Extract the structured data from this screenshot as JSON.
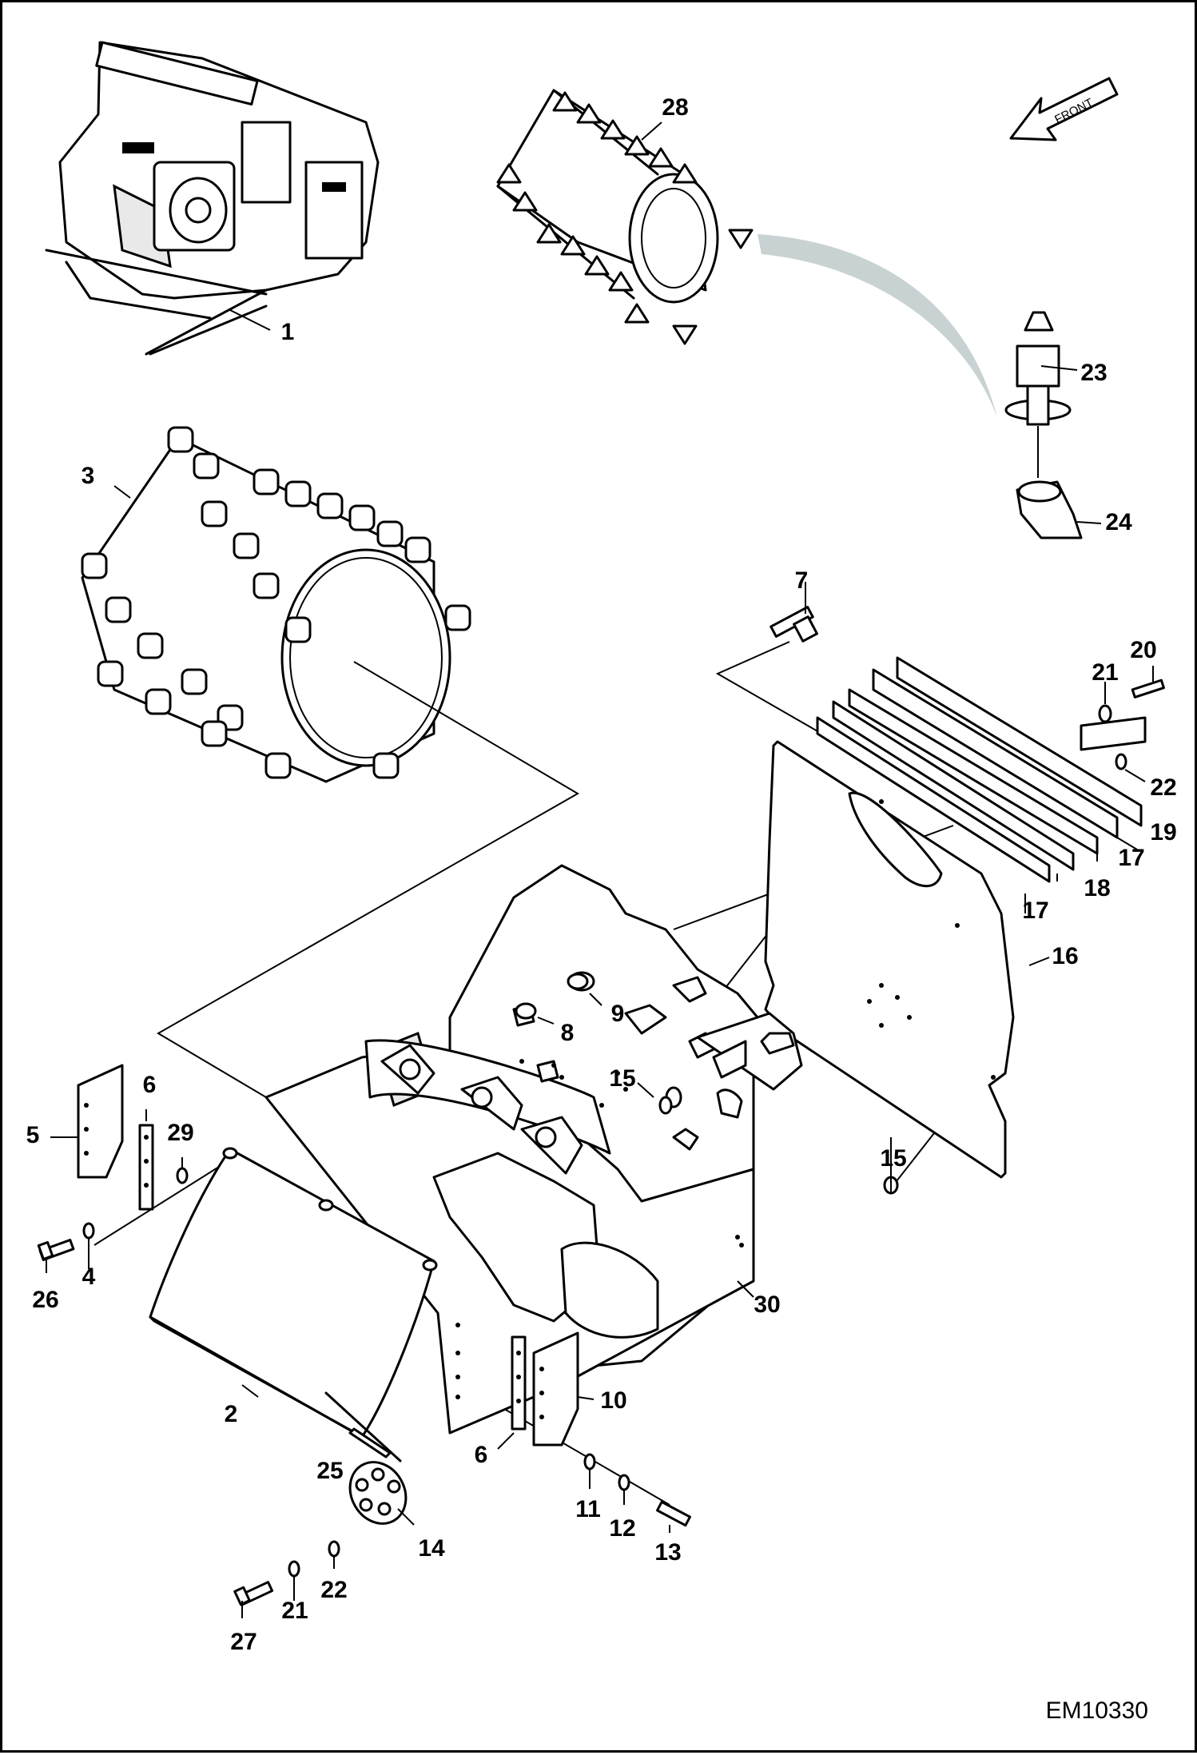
{
  "drawing_code": "EM10330",
  "direction_label": "FRONT",
  "callouts": [
    {
      "id": "c1",
      "text": "1"
    },
    {
      "id": "c2",
      "text": "2"
    },
    {
      "id": "c3",
      "text": "3"
    },
    {
      "id": "c4",
      "text": "4"
    },
    {
      "id": "c5",
      "text": "5"
    },
    {
      "id": "c6a",
      "text": "6"
    },
    {
      "id": "c6b",
      "text": "6"
    },
    {
      "id": "c7",
      "text": "7"
    },
    {
      "id": "c8",
      "text": "8"
    },
    {
      "id": "c9",
      "text": "9"
    },
    {
      "id": "c10",
      "text": "10"
    },
    {
      "id": "c11",
      "text": "11"
    },
    {
      "id": "c12",
      "text": "12"
    },
    {
      "id": "c13",
      "text": "13"
    },
    {
      "id": "c14",
      "text": "14"
    },
    {
      "id": "c15a",
      "text": "15"
    },
    {
      "id": "c15b",
      "text": "15"
    },
    {
      "id": "c16",
      "text": "16"
    },
    {
      "id": "c17a",
      "text": "17"
    },
    {
      "id": "c17b",
      "text": "17"
    },
    {
      "id": "c18",
      "text": "18"
    },
    {
      "id": "c19",
      "text": "19"
    },
    {
      "id": "c20",
      "text": "20"
    },
    {
      "id": "c21a",
      "text": "21"
    },
    {
      "id": "c21b",
      "text": "21"
    },
    {
      "id": "c22a",
      "text": "22"
    },
    {
      "id": "c22b",
      "text": "22"
    },
    {
      "id": "c23",
      "text": "23"
    },
    {
      "id": "c24",
      "text": "24"
    },
    {
      "id": "c25",
      "text": "25"
    },
    {
      "id": "c26",
      "text": "26"
    },
    {
      "id": "c27",
      "text": "27"
    },
    {
      "id": "c28",
      "text": "28"
    },
    {
      "id": "c29",
      "text": "29"
    },
    {
      "id": "c30",
      "text": "30"
    }
  ],
  "colors": {
    "line": "#000000",
    "background": "#ffffff",
    "swoosh": "#c9d2d2"
  }
}
